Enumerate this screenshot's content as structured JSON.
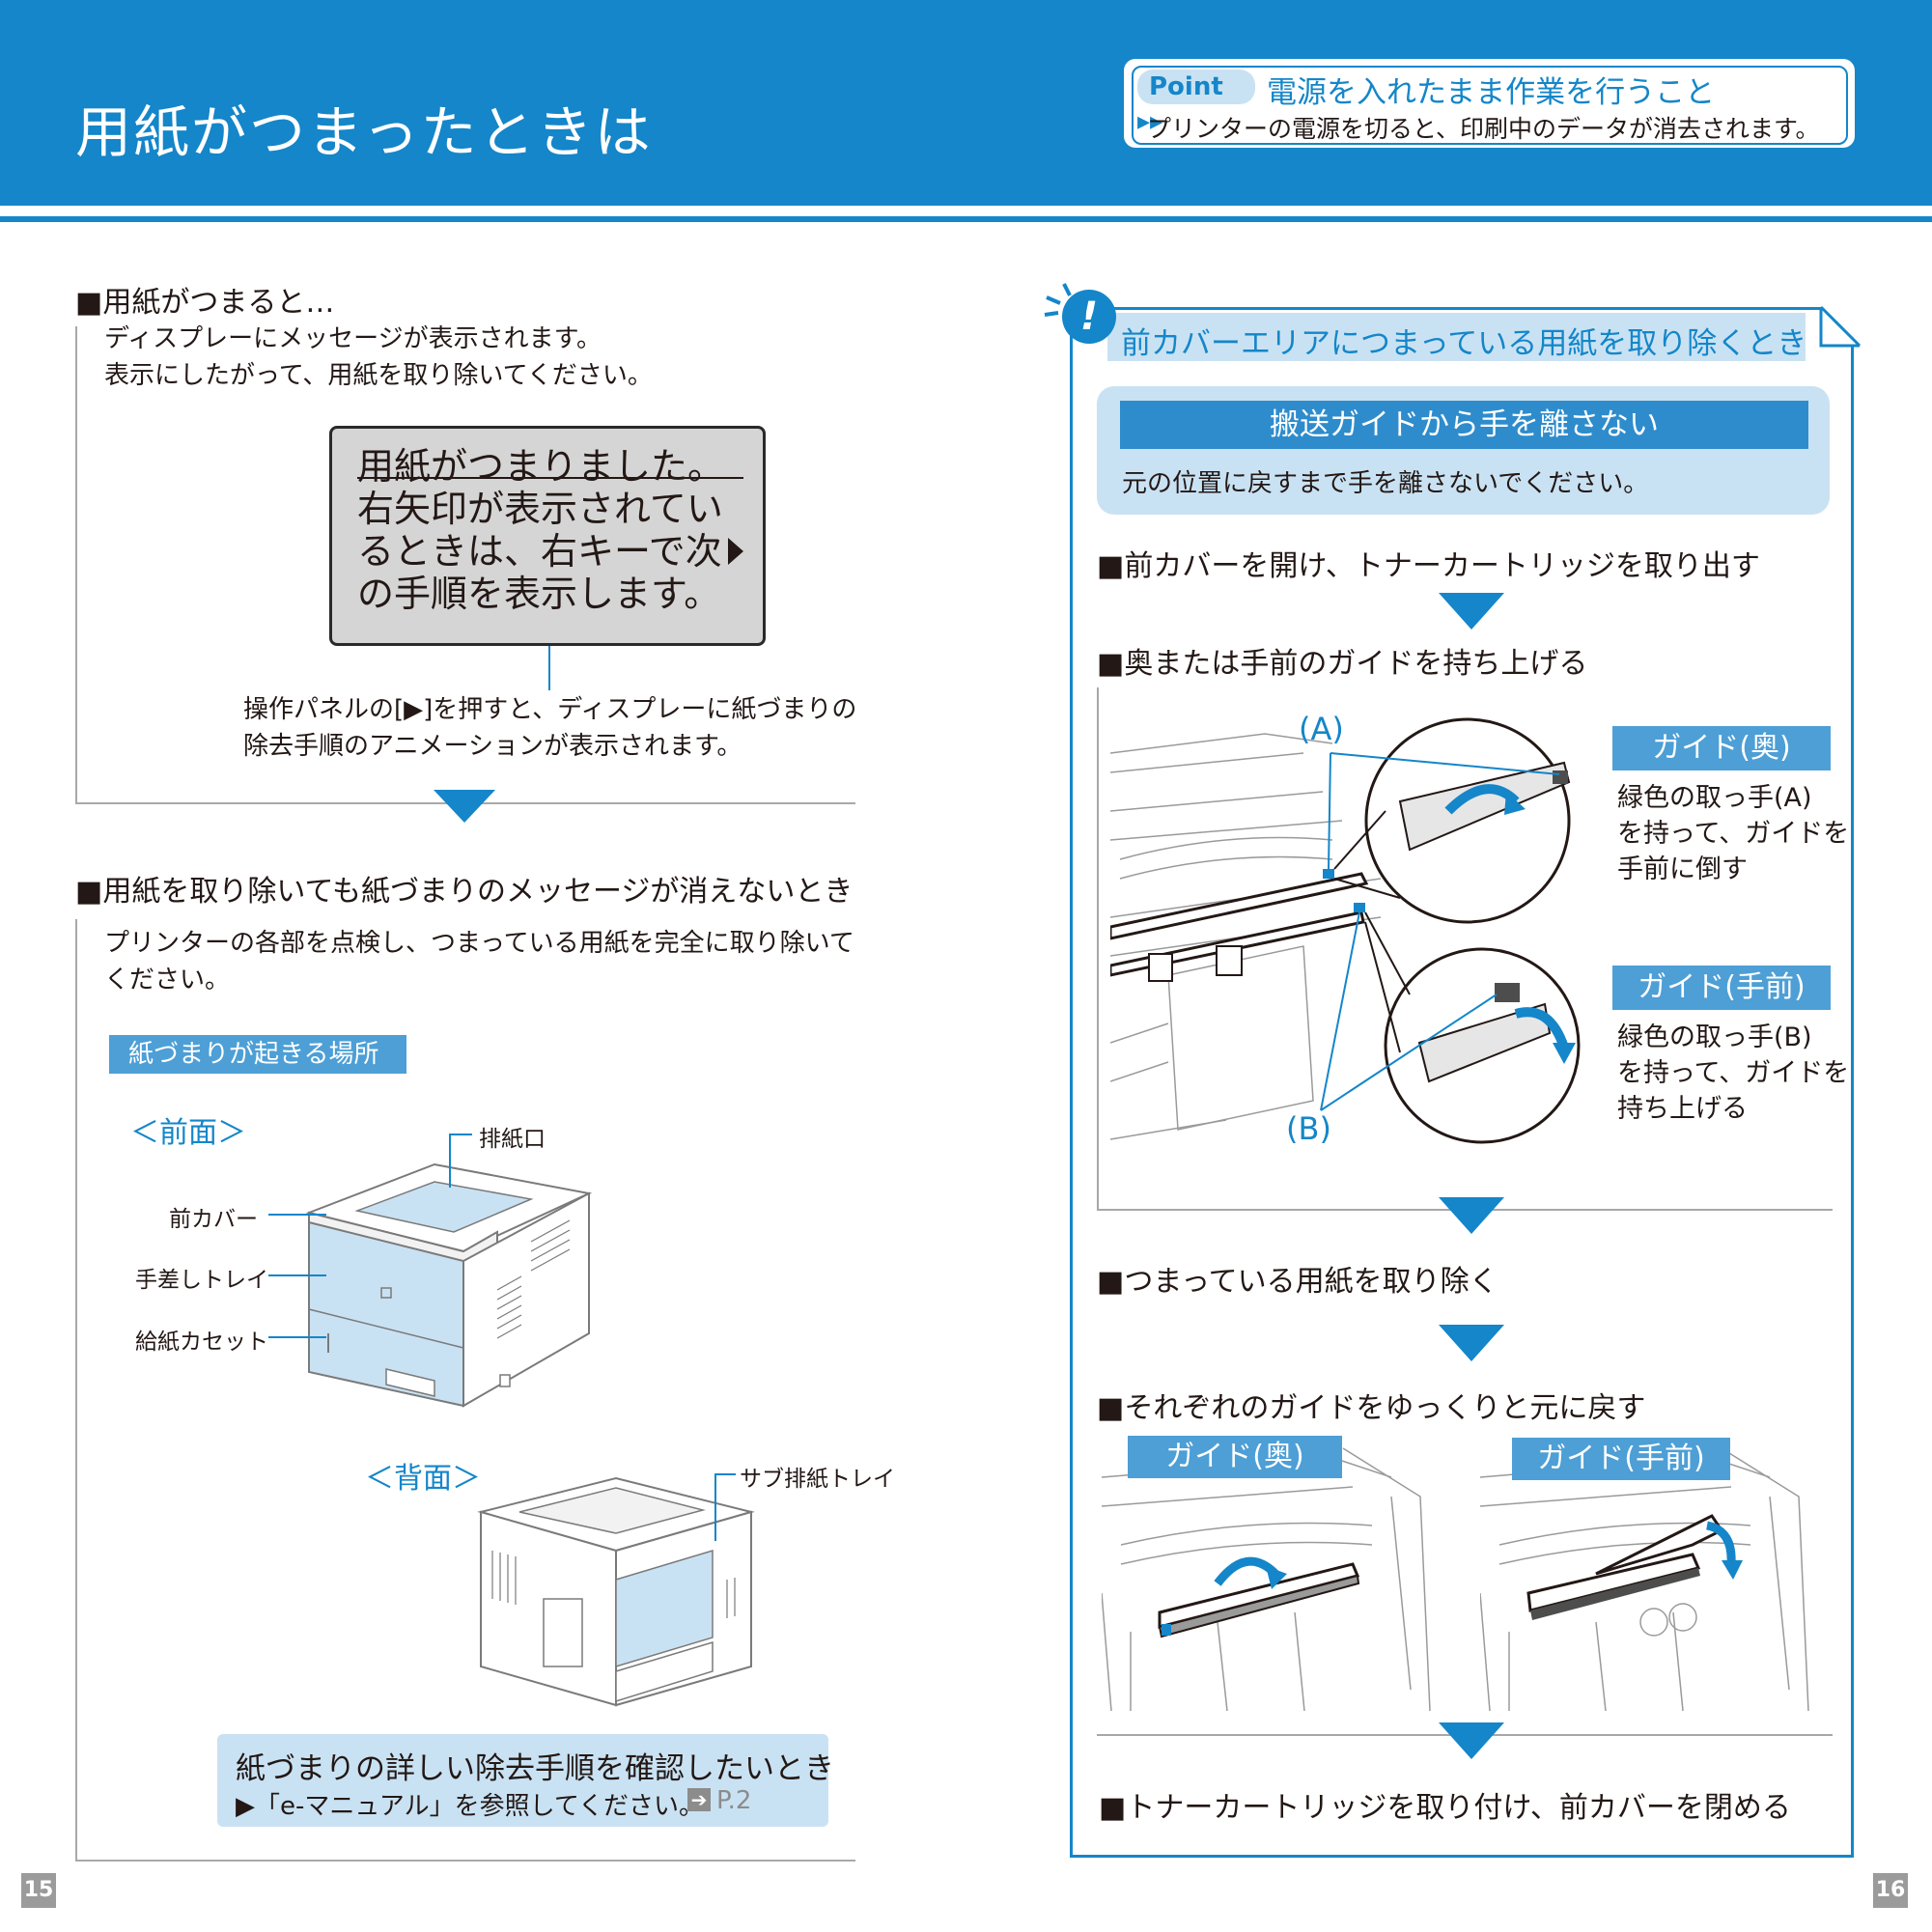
{
  "header": {
    "title": "用紙がつまったときは",
    "point": {
      "tag": "Point ▸▸",
      "title": "電源を入れたまま作業を行うこと",
      "body": "プリンターの電源を切ると、印刷中のデータが消去されます。"
    }
  },
  "left": {
    "section1": {
      "heading": "■用紙がつまると…",
      "lines": [
        "ディスプレーにメッセージが表示されます。",
        "表示にしたがって、用紙を取り除いてください。"
      ],
      "display": {
        "lines": [
          "用紙がつまりました。",
          "右矢印が表示されてい",
          "るときは、右キーで次",
          "の手順を表示します。"
        ]
      },
      "callout": [
        "操作パネルの[▶]を押すと、ディスプレーに紙づまりの",
        "除去手順のアニメーションが表示されます。"
      ]
    },
    "section2": {
      "heading": "■用紙を取り除いても紙づまりのメッセージが消えないとき",
      "lines": [
        "プリンターの各部を点検し、つまっている用紙を完全に取り除いて",
        "ください。"
      ],
      "band": "紙づまりが起きる場所",
      "front": {
        "label": "＜前面＞",
        "parts": [
          "排紙口",
          "前カバー",
          "手差しトレイ",
          "給紙カセット"
        ]
      },
      "back": {
        "label": "＜背面＞",
        "parts": [
          "サブ排紙トレイ"
        ]
      },
      "info": {
        "title": "紙づまりの詳しい除去手順を確認したいとき",
        "body": "▶「e-マニュアル」を参照してください。",
        "ref_icon": "reference-arrow-icon",
        "ref": "P.2"
      }
    },
    "page_number": "15"
  },
  "right": {
    "caution_title": "前カバーエリアにつまっている用紙を取り除くとき",
    "warning": {
      "title": "搬送ガイドから手を離さない",
      "body": "元の位置に戻すまで手を離さないでください。"
    },
    "steps": [
      "■前カバーを開け、トナーカートリッジを取り出す",
      "■奥または手前のガイドを持ち上げる",
      "■つまっている用紙を取り除く",
      "■それぞれのガイドをゆっくりと元に戻す",
      "■トナーカートリッジを取り付け、前カバーを閉める"
    ],
    "guide_back": {
      "label": "ガイド(奥)",
      "lines": [
        "緑色の取っ手(A)",
        "を持って、ガイドを",
        "手前に倒す"
      ]
    },
    "guide_front": {
      "label": "ガイド(手前)",
      "lines": [
        "緑色の取っ手(B)",
        "を持って、ガイドを",
        "持ち上げる"
      ]
    },
    "marker_a": "(A)",
    "marker_b": "(B)",
    "return_labels": [
      "ガイド(奥)",
      "ガイド(手前)"
    ],
    "page_number": "16"
  },
  "colors": {
    "accent": "#1486c9",
    "light_accent": "#c9e2f3",
    "band": "#4d9fd6"
  }
}
